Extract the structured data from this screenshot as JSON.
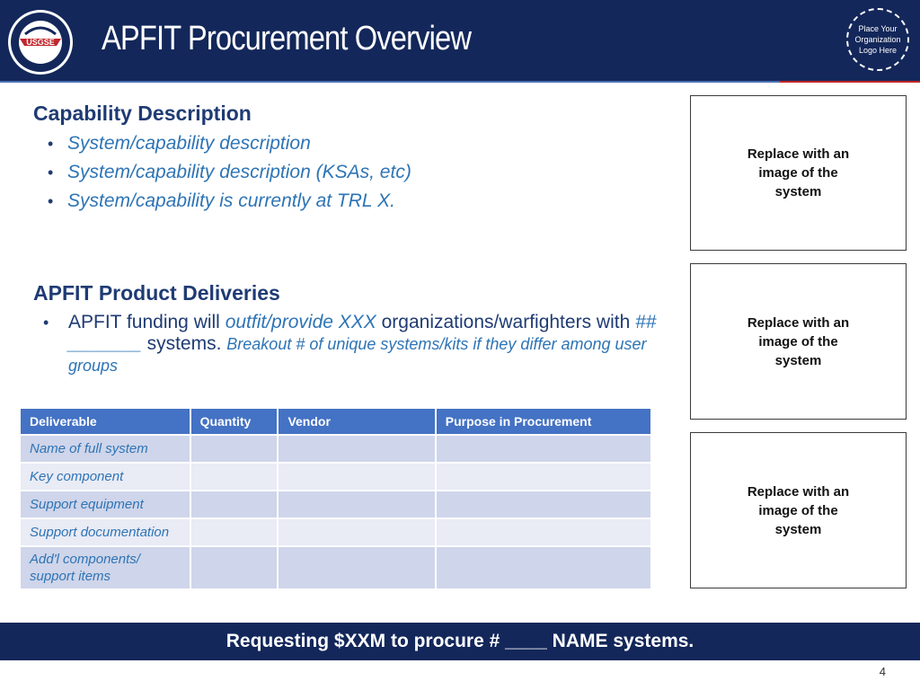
{
  "header": {
    "title": "APFIT Procurement Overview",
    "seal_text": "USGSE",
    "logo_placeholder": "Place Your Organization Logo Here"
  },
  "capability": {
    "title": "Capability Description",
    "bullets": [
      "System/capability description",
      "System/capability description (KSAs, etc)",
      "System/capability is currently at TRL X."
    ]
  },
  "deliveries": {
    "title": "APFIT Product Deliveries",
    "text_1": "APFIT funding will ",
    "text_2": "outfit/provide XXX",
    "text_3": " organizations/warfighters with ",
    "text_4": "## _______",
    "text_5": " systems. ",
    "text_6": "Breakout # of unique systems/kits if they differ among user groups"
  },
  "table": {
    "headers": [
      "Deliverable",
      "Quantity",
      "Vendor",
      "Purpose in Procurement"
    ],
    "rows": [
      [
        "Name of full system",
        "",
        "",
        ""
      ],
      [
        "Key component",
        "",
        "",
        ""
      ],
      [
        "Support equipment",
        "",
        "",
        ""
      ],
      [
        "Support documentation",
        "",
        "",
        ""
      ],
      [
        "Add'l components/ support items",
        "",
        "",
        ""
      ]
    ]
  },
  "image_boxes": [
    "Replace with an image of the system",
    "Replace with an image of the system",
    "Replace with an image of the system"
  ],
  "footer": {
    "request": "Requesting $XXM to procure # ____ NAME systems.",
    "page_number": "4"
  },
  "colors": {
    "navy": "#13275a",
    "accent_blue": "#2e74b5",
    "table_header": "#4472c4"
  }
}
